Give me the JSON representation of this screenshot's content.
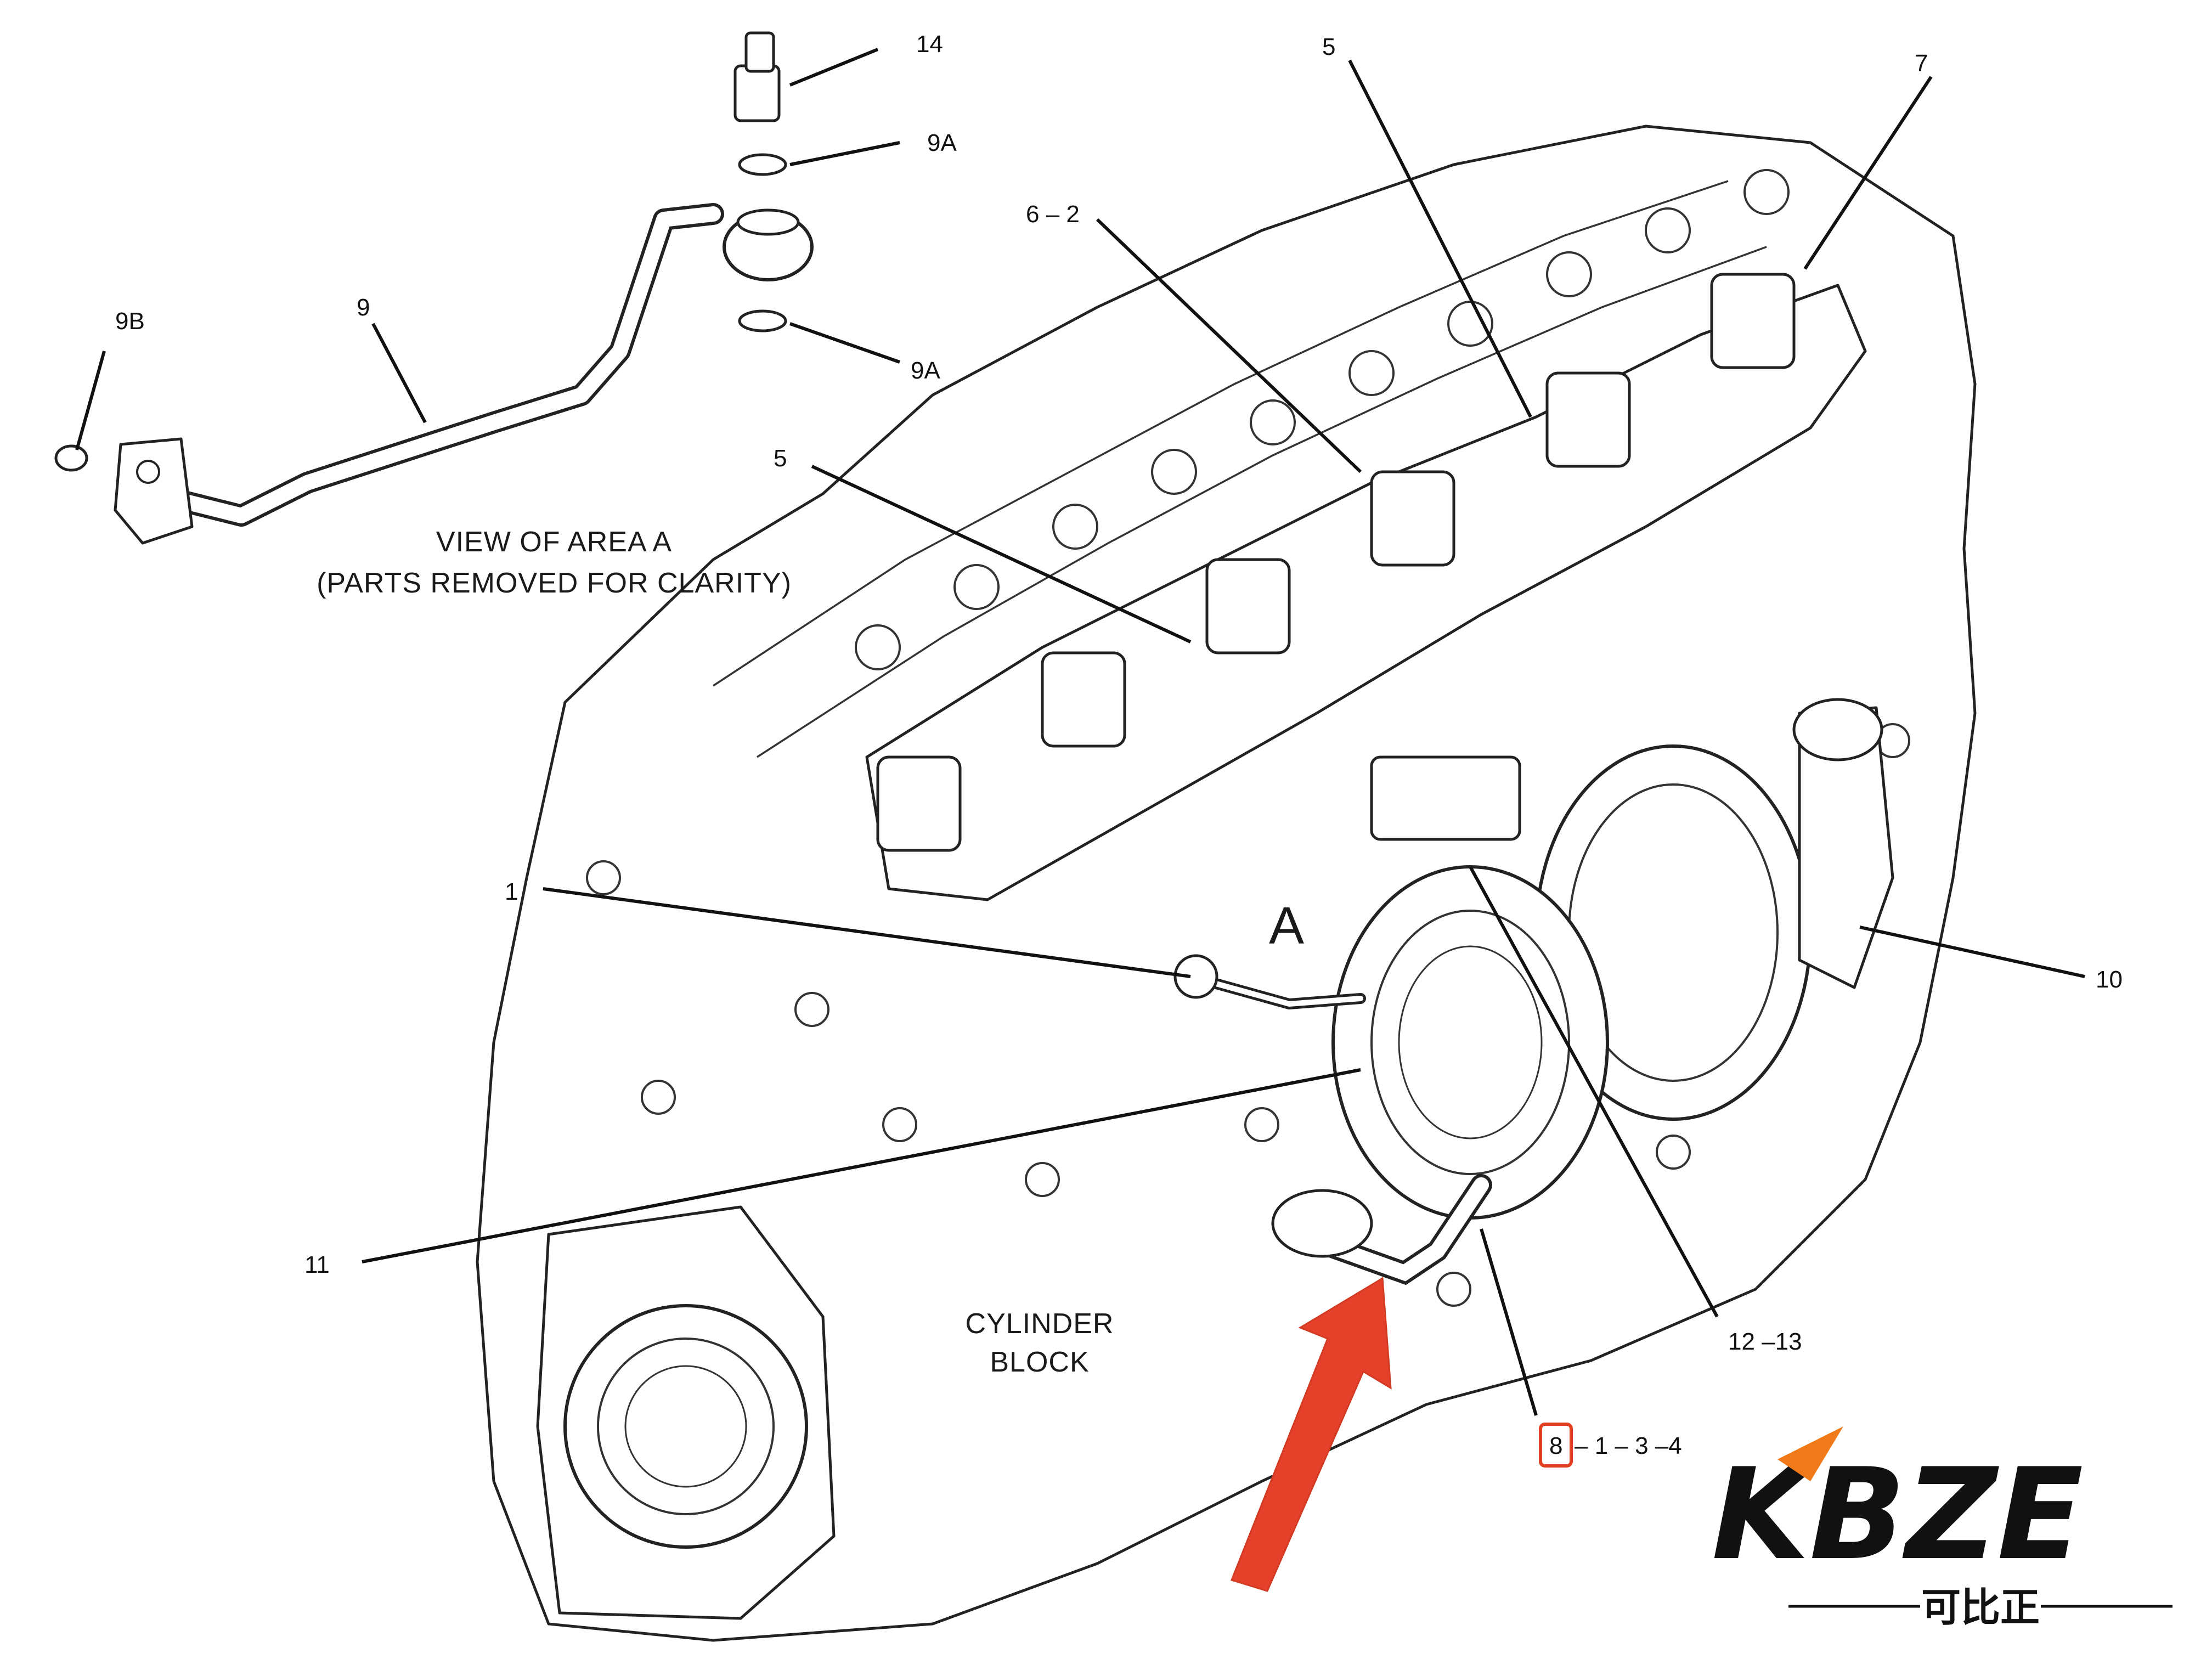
{
  "callouts": {
    "c14": "14",
    "c9a_top": "9A",
    "c9a_bottom": "9A",
    "c9b": "9B",
    "c9": "9",
    "c5_top": "5",
    "c7": "7",
    "c6_2": "6 – 2",
    "c5_mid": "5",
    "c1": "1",
    "c10": "10",
    "c11": "11",
    "c12_13": "12 –13",
    "c8": "8",
    "c8_rest": "– 1 – 3 –4"
  },
  "notes": {
    "view_line1": "VIEW OF AREA  A",
    "view_line2": "(PARTS REMOVED FOR CLARITY)",
    "area_letter": "A",
    "cylinder_line1": "CYLINDER",
    "cylinder_line2": "BLOCK"
  },
  "logo": {
    "text": "KBZE",
    "subtitle": "可比正"
  },
  "colors": {
    "ink": "#222222",
    "highlight_box": "#e0401f",
    "arrow": "#e5412a",
    "logo_dark": "#111111",
    "logo_accent": "#f07a1a"
  },
  "icons": {
    "pointer": "red-arrow-icon",
    "highlight": "highlight-box"
  }
}
